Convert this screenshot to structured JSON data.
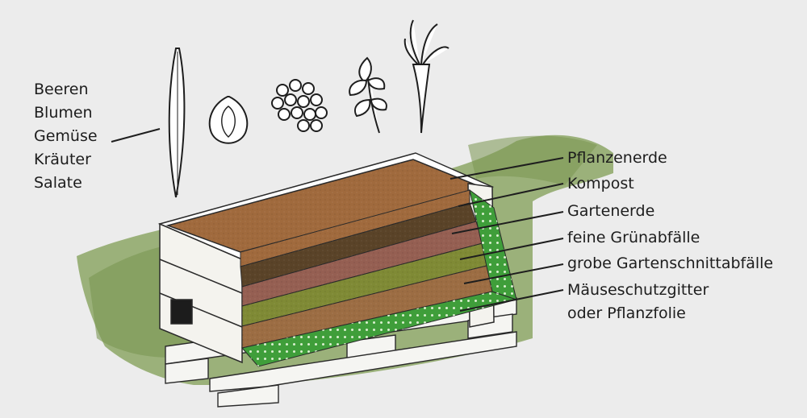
{
  "plant_list": [
    "Beeren",
    "Blumen",
    "Gemüse",
    "Kräuter",
    "Salate"
  ],
  "layers": [
    {
      "label": "Pflanzenerde",
      "color": "#a06a3d"
    },
    {
      "label": "Kompost",
      "color": "#5a4328"
    },
    {
      "label": "Gartenerde",
      "color": "#955f52"
    },
    {
      "label": "feine Grünabfälle",
      "color": "#7f8a35"
    },
    {
      "label": "grobe Gartenschnittabfälle",
      "color": "#9c6d43"
    },
    {
      "label": "Mäuseschutzgitter",
      "label_line2": "oder Pflanzfolie",
      "color": "#3f9e3a"
    }
  ],
  "icons": [
    "leek-icon",
    "onion-icon",
    "grapes-icon",
    "herb-icon",
    "carrot-icon"
  ]
}
